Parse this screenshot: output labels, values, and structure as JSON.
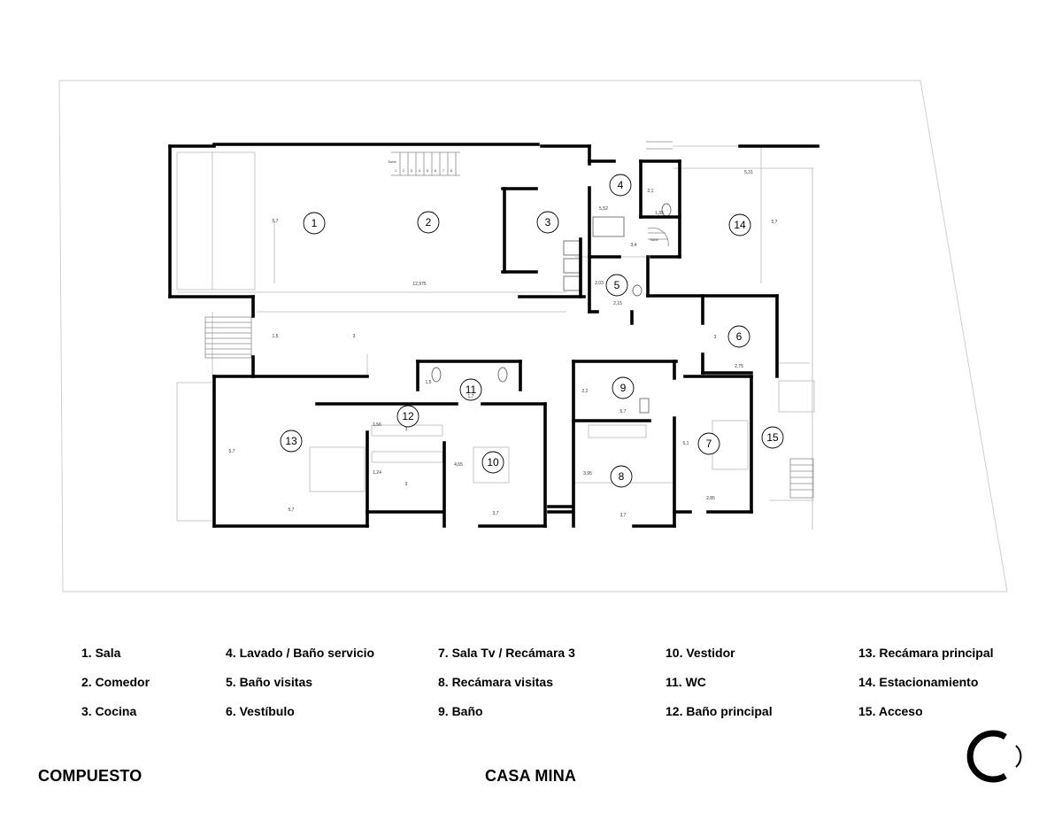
{
  "rooms": [
    {
      "num": "1"
    },
    {
      "num": "2"
    },
    {
      "num": "3"
    },
    {
      "num": "4"
    },
    {
      "num": "5"
    },
    {
      "num": "6"
    },
    {
      "num": "7"
    },
    {
      "num": "8"
    },
    {
      "num": "9"
    },
    {
      "num": "10"
    },
    {
      "num": "11"
    },
    {
      "num": "12"
    },
    {
      "num": "13"
    },
    {
      "num": "14"
    },
    {
      "num": "15"
    }
  ],
  "dimensions": [
    "5,7",
    "12,975",
    "1,5",
    "3",
    "5,52",
    "3,4",
    "2,1",
    "1,35",
    "2,03",
    "2,15",
    "5,31",
    "5,7",
    "3",
    "2,75",
    "1,5",
    "1,7",
    "2,2",
    "5,7",
    "5,1",
    "2,85",
    "3,95",
    "3,7",
    "4,65",
    "3,7",
    "1,56",
    "3",
    "1,24",
    "3",
    "5,7",
    "5,7"
  ],
  "stair_labels": {
    "up_main": "Sube",
    "up_service": "Sube",
    "steps": [
      "1",
      "2",
      "3",
      "4",
      "5",
      "6",
      "7",
      "8"
    ]
  },
  "legend": {
    "col1": [
      "1. Sala",
      "2. Comedor",
      "3. Cocina"
    ],
    "col2": [
      "4. Lavado / Baño servicio",
      "5. Baño visitas",
      "6. Vestíbulo"
    ],
    "col3": [
      "7. Sala Tv / Recámara 3",
      "8. Recámara visitas",
      "9. Baño"
    ],
    "col4": [
      "10. Vestidor",
      "11. WC",
      "12. Baño principal"
    ],
    "col5": [
      "13. Recámara principal",
      "14. Estacionamiento",
      "15. Acceso"
    ]
  },
  "footer": {
    "firm": "COMPUESTO",
    "project": "CASA MINA"
  },
  "colors": {
    "wall": "#000000",
    "site_line": "#bdbdbd",
    "thin_line": "#9a9a9a"
  }
}
